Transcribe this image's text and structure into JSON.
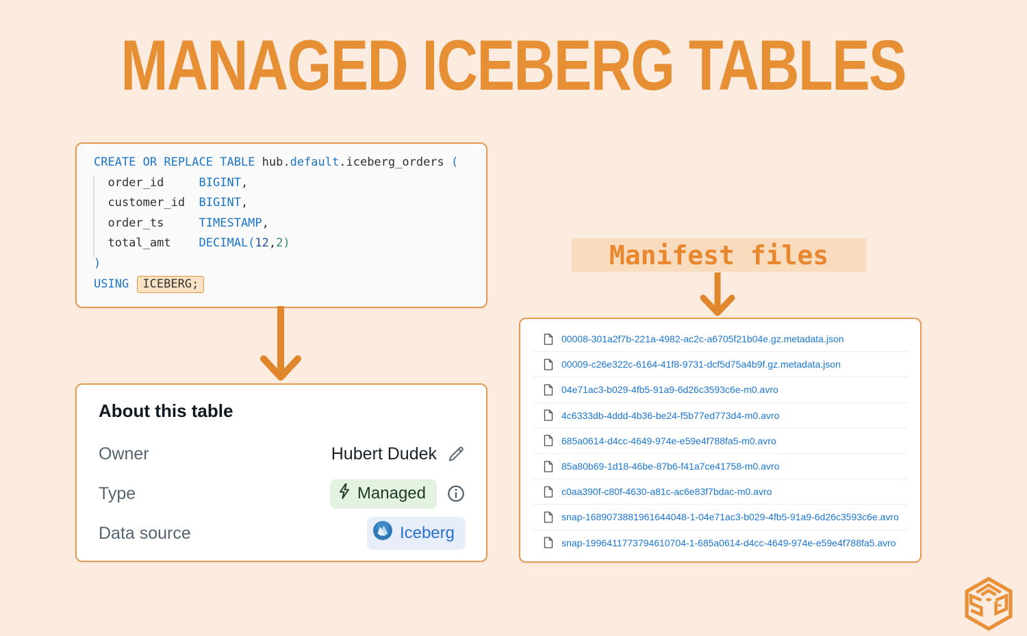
{
  "title": "MANAGED ICEBERG TABLES",
  "colors": {
    "background": "#fcecdf",
    "accent_orange": "#e78f35",
    "arrow_orange": "#e0872e",
    "card_border": "#e09a55",
    "link_blue": "#1b76d2",
    "keyword_blue": "#1b74c5",
    "code_green": "#35915a",
    "manifest_label_bg": "#f8dcbd",
    "badge_green_bg": "#e4f3e1",
    "badge_blue_bg": "#e7eefa"
  },
  "code_block": {
    "lines": [
      {
        "segments": [
          {
            "text": "CREATE OR REPLACE TABLE ",
            "type": "kw"
          },
          {
            "text": "hub.",
            "type": "plain"
          },
          {
            "text": "default",
            "type": "kw"
          },
          {
            "text": ".iceberg_orders ",
            "type": "plain"
          },
          {
            "text": "(",
            "type": "kw"
          }
        ]
      },
      {
        "segments": [
          {
            "text": "  order_id     ",
            "type": "plain"
          },
          {
            "text": "BIGINT",
            "type": "kw"
          },
          {
            "text": ",",
            "type": "plain"
          }
        ]
      },
      {
        "segments": [
          {
            "text": "  customer_id  ",
            "type": "plain"
          },
          {
            "text": "BIGINT",
            "type": "kw"
          },
          {
            "text": ",",
            "type": "plain"
          }
        ]
      },
      {
        "segments": [
          {
            "text": "  order_ts     ",
            "type": "plain"
          },
          {
            "text": "TIMESTAMP",
            "type": "kw"
          },
          {
            "text": ",",
            "type": "plain"
          }
        ]
      },
      {
        "segments": [
          {
            "text": "  total_amt    ",
            "type": "plain"
          },
          {
            "text": "DECIMAL(",
            "type": "kw"
          },
          {
            "text": "12",
            "type": "num"
          },
          {
            "text": ",",
            "type": "plain"
          },
          {
            "text": "2)",
            "type": "green"
          }
        ]
      },
      {
        "segments": [
          {
            "text": ")",
            "type": "kw"
          }
        ]
      },
      {
        "segments": [
          {
            "text": "USING ",
            "type": "kw"
          },
          {
            "text": "ICEBERG;",
            "type": "highlight"
          }
        ]
      }
    ]
  },
  "about_card": {
    "title": "About this table",
    "rows": [
      {
        "label": "Owner",
        "value": "Hubert Dudek",
        "icon": "pencil-edit-icon"
      },
      {
        "label": "Type",
        "value": "Managed",
        "badge_icon": "lightning-bolt-icon",
        "trailing_icon": "info-icon"
      },
      {
        "label": "Data source",
        "value": "Iceberg",
        "badge_icon": "iceberg-logo-icon"
      }
    ]
  },
  "manifest_panel": {
    "label": "Manifest files",
    "row_icon": "file-document-icon",
    "files": [
      "00008-301a2f7b-221a-4982-ac2c-a6705f21b04e.gz.metadata.json",
      "00009-c26e322c-6164-41f8-9731-dcf5d75a4b9f.gz.metadata.json",
      "04e71ac3-b029-4fb5-91a9-6d26c3593c6e-m0.avro",
      "4c6333db-4ddd-4b36-be24-f5b77ed773d4-m0.avro",
      "685a0614-d4cc-4649-974e-e59e4f788fa5-m0.avro",
      "85a80b69-1d18-46be-87b6-f41a7ce41758-m0.avro",
      "c0aa390f-c80f-4630-a81c-ac6e83f7bdac-m0.avro",
      "snap-1689073881961644048-1-04e71ac3-b029-4fb5-91a9-6d26c3593c6e.avro",
      "snap-1996411773794610704-1-685a0614-d4cc-4649-974e-e59e4f788fa5.avro"
    ]
  },
  "logo": {
    "name": "brand-cube-logo"
  }
}
